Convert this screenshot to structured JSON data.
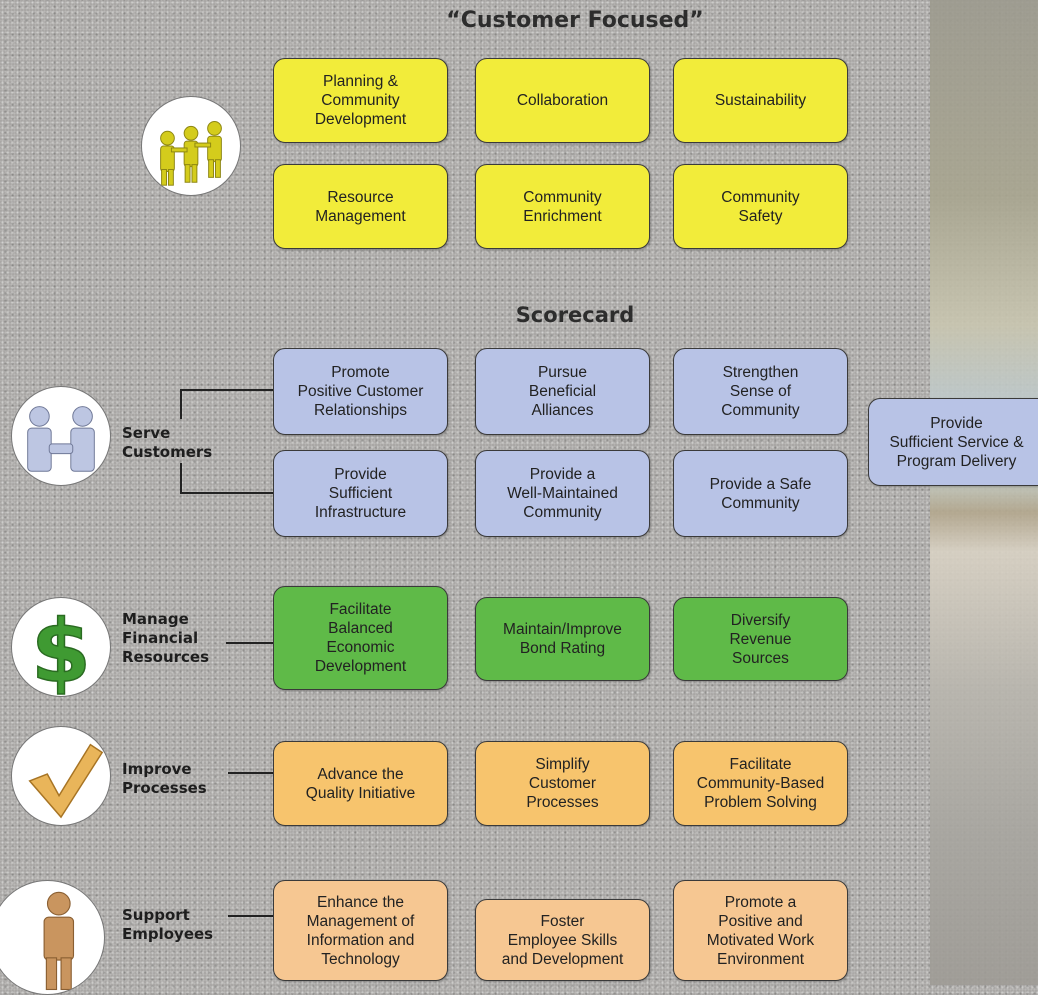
{
  "headings": {
    "customer_focused": "“Customer Focused”",
    "scorecard": "Scorecard"
  },
  "customer_focused": [
    "Planning &\nCommunity\nDevelopment",
    "Collaboration",
    "Sustainability",
    "Resource\nManagement",
    "Community\nEnrichment",
    "Community\nSafety"
  ],
  "serve_customers": {
    "label": "Serve\nCustomers",
    "items": [
      "Promote\nPositive Customer\nRelationships",
      "Pursue\nBeneficial\nAlliances",
      "Strengthen\nSense of\nCommunity",
      "Provide\nSufficient\nInfrastructure",
      "Provide a\nWell-Maintained\nCommunity",
      "Provide a Safe\nCommunity"
    ],
    "extra": "Provide\nSufficient Service &\nProgram Delivery"
  },
  "financial": {
    "label": "Manage\nFinancial\nResources",
    "items": [
      "Facilitate\nBalanced\nEconomic\nDevelopment",
      "Maintain/Improve\nBond Rating",
      "Diversify\nRevenue\nSources"
    ]
  },
  "processes": {
    "label": "Improve\nProcesses",
    "items": [
      "Advance the\nQuality Initiative",
      "Simplify\nCustomer\nProcesses",
      "Facilitate\nCommunity-Based\nProblem Solving"
    ]
  },
  "employees": {
    "label": "Support\nEmployees",
    "items": [
      "Enhance the\nManagement of\nInformation and\nTechnology",
      "Foster\nEmployee Skills\nand Development",
      "Promote a\nPositive and\nMotivated Work\nEnvironment"
    ]
  },
  "icons": [
    "people-group-icon",
    "handshake-icon",
    "dollar-sign-icon",
    "checkmark-icon",
    "person-icon"
  ],
  "colors": {
    "yellow": "#f2ec3a",
    "blue": "#b8c3e6",
    "green": "#5fba48",
    "orange": "#f7c46d",
    "peach": "#f6c792"
  }
}
